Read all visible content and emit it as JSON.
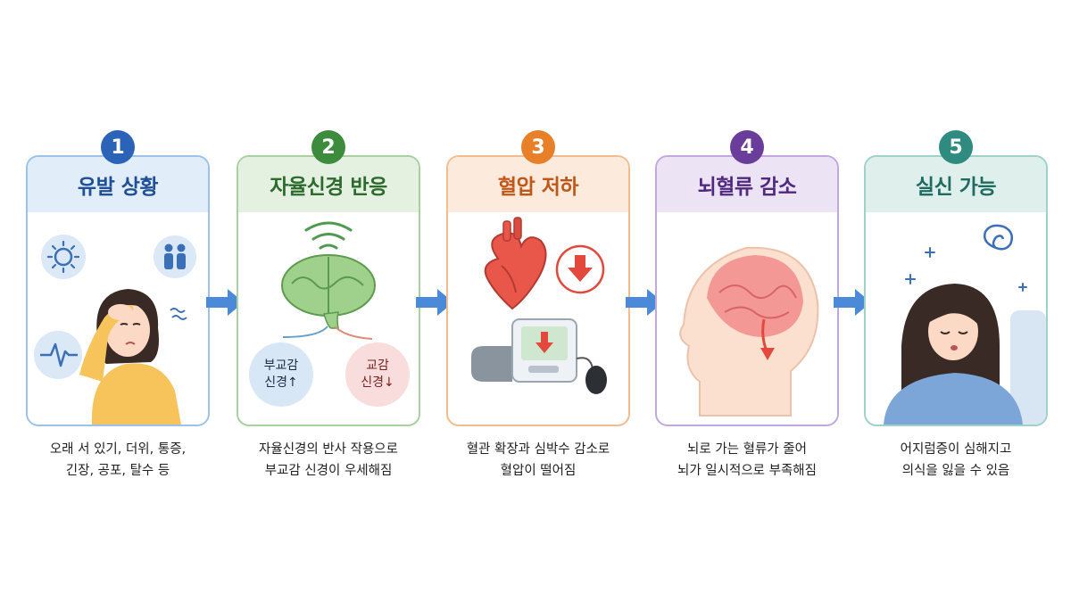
{
  "steps": [
    {
      "number": "1",
      "title": "유발 상황",
      "caption": [
        "오래 서 있기, 더위, 통증,",
        "긴장, 공포, 탈수 등"
      ],
      "color": "#2b63b8",
      "head_bg": "#e1edf9",
      "border": "#9cc2ea",
      "icons": [
        "sun-icon",
        "people-icon",
        "heartbeat-icon",
        "dizzy-woman-icon"
      ]
    },
    {
      "number": "2",
      "title": "자율신경 반응",
      "caption": [
        "자율신경의 반사 작용으로",
        "부교감 신경이 우세해짐"
      ],
      "color": "#3d8b3d",
      "head_bg": "#e4f1e1",
      "border": "#a7d19e",
      "icons": [
        "brain-icon",
        "signal-waves-icon"
      ],
      "branches": {
        "left": [
          "부교감",
          "신경↑"
        ],
        "right": [
          "교감",
          "신경↓"
        ]
      }
    },
    {
      "number": "3",
      "title": "혈압 저하",
      "caption": [
        "혈관 확장과 심박수 감소로",
        "혈압이 떨어짐"
      ],
      "color": "#e8802a",
      "head_bg": "#fcebdc",
      "border": "#f2bd8e",
      "icons": [
        "heart-icon",
        "down-arrow-icon",
        "blood-pressure-monitor-icon"
      ]
    },
    {
      "number": "4",
      "title": "뇌혈류 감소",
      "caption": [
        "뇌로 가는 혈류가 줄어",
        "뇌가 일시적으로 부족해짐"
      ],
      "color": "#6a3d9a",
      "head_bg": "#ece3f5",
      "border": "#c3a8df",
      "icons": [
        "head-profile-icon",
        "brain-icon",
        "down-arrow-icon"
      ]
    },
    {
      "number": "5",
      "title": "실신 가능",
      "caption": [
        "어지럼증이 심해지고",
        "의식을 잃을 수 있음"
      ],
      "color": "#2f8a80",
      "head_bg": "#dff0ec",
      "border": "#9fd1c8",
      "icons": [
        "fainting-woman-icon",
        "dizzy-spiral-icon",
        "sparkle-icon"
      ]
    }
  ],
  "arrow_color": "#4a8ad8"
}
